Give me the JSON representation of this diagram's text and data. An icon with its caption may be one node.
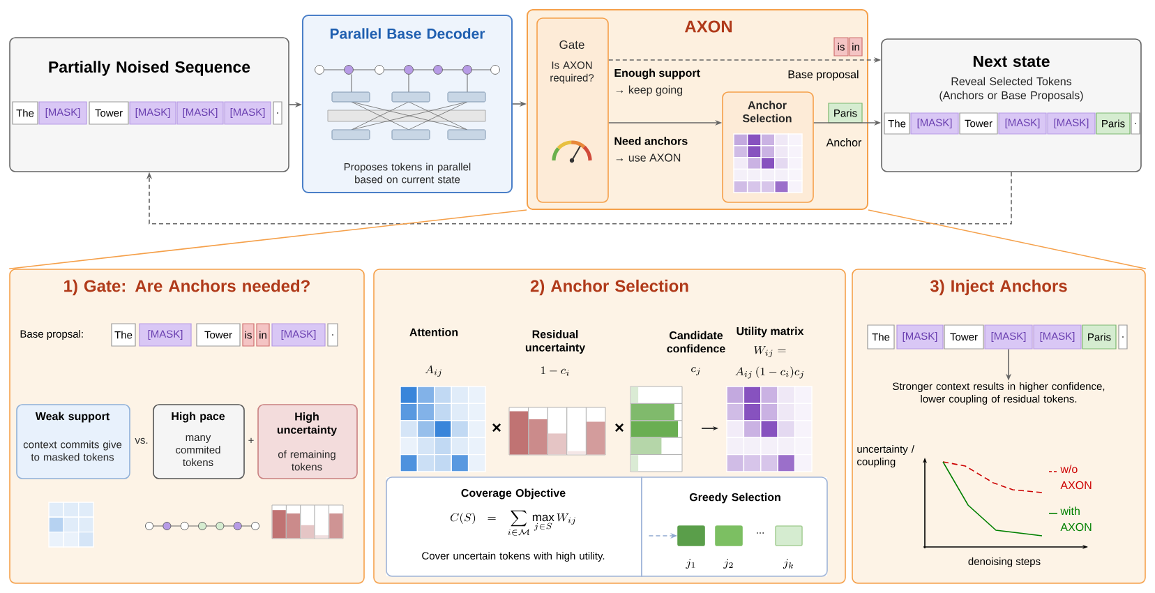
{
  "diagram": {
    "nodes": [
      {
        "text": [
          "Partially Noised Sequence"
        ]
      },
      {
        "text": [
          "The"
        ],
        "in": 0
      },
      {
        "text": [
          "[MASK]"
        ],
        "in": 0
      },
      {
        "text": [
          "Tower"
        ],
        "in": 0
      },
      {
        "text": [
          "[MASK]"
        ],
        "in": 0
      },
      {
        "text": [
          "[MASK]"
        ],
        "in": 0
      },
      {
        "text": [
          "[MASK]"
        ],
        "in": 0
      },
      {
        "text": [
          "."
        ],
        "in": 0
      },
      {
        "text": [
          "Parallel Base Decoder",
          "Proposes tokens in parallel based on current state"
        ]
      },
      {
        "text": [
          "AXON"
        ]
      },
      {
        "text": [
          "Gate",
          "Is AXON required?"
        ],
        "in": 9
      },
      {
        "text": [
          "Anchor Selection"
        ],
        "in": 9
      },
      {
        "text": [
          "is"
        ],
        "in": 9
      },
      {
        "text": [
          "in"
        ],
        "in": 9
      },
      {
        "text": [
          "Paris"
        ],
        "in": 9
      },
      {
        "text": [
          "Next state",
          "Reveal Selected Tokens (Anchors or Base Proposals)"
        ]
      },
      {
        "text": [
          "The"
        ],
        "in": 15
      },
      {
        "text": [
          "[MASK]"
        ],
        "in": 15
      },
      {
        "text": [
          "Tower"
        ],
        "in": 15
      },
      {
        "text": [
          "[MASK]"
        ],
        "in": 15
      },
      {
        "text": [
          "[MASK]"
        ],
        "in": 15
      },
      {
        "text": [
          "Paris"
        ],
        "in": 15
      },
      {
        "text": [
          "."
        ],
        "in": 15
      },
      {
        "text": [
          "1) Gate: Are Anchors needed?"
        ]
      },
      {
        "text": [
          "The"
        ],
        "in": 23
      },
      {
        "text": [
          "[MASK]"
        ],
        "in": 23
      },
      {
        "text": [
          "Tower"
        ],
        "in": 23
      },
      {
        "text": [
          "is"
        ],
        "in": 23
      },
      {
        "text": [
          "in"
        ],
        "in": 23
      },
      {
        "text": [
          "[MASK]"
        ],
        "in": 23
      },
      {
        "text": [
          "."
        ],
        "in": 23
      },
      {
        "text": [
          "Weak support",
          "context commits give to masked tokens"
        ],
        "in": 23
      },
      {
        "text": [
          "High pace",
          "many commited tokens"
        ],
        "in": 23
      },
      {
        "text": [
          "High uncertainty",
          "of remaining tokens"
        ],
        "in": 23
      },
      {
        "text": [
          "2) Anchor Selection"
        ]
      },
      {
        "text": [
          "Coverage Objective",
          "C(S) = \\sum_{i \\in \\mathcal{M}} \\max_{j \\in S} W_{ij}",
          "Cover uncertain tokens with high utility."
        ],
        "in": 34
      },
      {
        "text": [
          "Greedy Selection"
        ],
        "in": 34
      },
      {
        "text": [],
        "shape": "box",
        "in": 36,
        "beside": [
          "j_1"
        ]
      },
      {
        "text": [],
        "shape": "box",
        "in": 36,
        "beside": [
          "j_2"
        ]
      },
      {
        "text": [],
        "shape": "box",
        "in": 36,
        "beside": [
          "j_k"
        ]
      },
      {
        "text": [
          "3) Inject Anchors"
        ]
      },
      {
        "text": [
          "The"
        ],
        "in": 40
      },
      {
        "text": [
          "[MASK]"
        ],
        "in": 40
      },
      {
        "text": [
          "Tower"
        ],
        "in": 40
      },
      {
        "text": [
          "[MASK]"
        ],
        "in": 40
      },
      {
        "text": [
          "[MASK]"
        ],
        "in": 40
      },
      {
        "text": [
          "Paris"
        ],
        "in": 40
      },
      {
        "text": [
          "."
        ],
        "in": 40
      },
      {
        "text": [
          "Stronger context results in higher confidence, lower coupling of residual tokens."
        ],
        "in": 40
      }
    ],
    "edges": [
      {
        "from": 0,
        "to": 8,
        "arrow": "to"
      },
      {
        "from": 8,
        "to": 9,
        "arrow": "to"
      },
      {
        "from": 10,
        "to": 15,
        "arrow": "to",
        "style": "dashed",
        "label": "Base proposal"
      },
      {
        "from": 10,
        "to": 11,
        "arrow": "to"
      },
      {
        "from": 11,
        "to": 15,
        "arrow": "to",
        "label": "Anchor"
      },
      {
        "from": 15,
        "to": 0,
        "arrow": "to",
        "style": "dashed"
      },
      {
        "from": 9,
        "to": 23,
        "arrow": "none",
        "color": "#f5a04a"
      },
      {
        "from": 9,
        "to": 40,
        "arrow": "none",
        "color": "#f5a04a"
      },
      {
        "from": 35,
        "to": 37,
        "arrow": "to",
        "style": "dashed",
        "color": "#8fa8d0"
      },
      {
        "from": 44,
        "to": 48,
        "arrow": "to"
      }
    ],
    "labels": [
      "Enough support",
      "→ keep going",
      "Need anchors",
      "→ use AXON",
      "Base propsal:",
      "vs.",
      "+",
      "Attention",
      "A_{ij}",
      "Residual uncertainty",
      "1 - c_i",
      "Candidate confidence",
      "c_j",
      "Utility matrix",
      "W_{ij} =",
      "A_{ij}\\,(1-c_i)c_j",
      "×",
      "×",
      "...",
      "uncertainty / coupling",
      "denoising steps"
    ],
    "legend": [
      {
        "text": "w/o AXON"
      },
      {
        "text": "with AXON"
      }
    ]
  }
}
